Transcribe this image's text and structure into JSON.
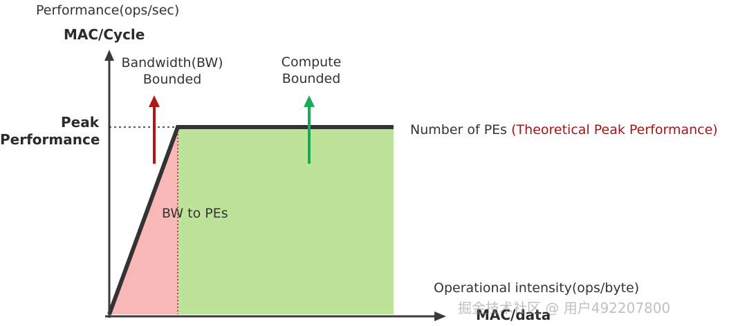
{
  "colors": {
    "axis": "#3a3a3a",
    "roof_line": "#333333",
    "bw_region": "#f9b8b8",
    "compute_region": "#bde39a",
    "bw_arrow": "#b01818",
    "compute_arrow": "#1aaa5a",
    "guide_dash": "#555555",
    "accent_text": "#a31515",
    "watermark": "#8c8c8c"
  },
  "labels": {
    "y_axis_top": "Performance(ops/sec)",
    "y_axis_unit": "MAC/Cycle",
    "bw_bounded_line1": "Bandwidth(BW)",
    "bw_bounded_line2": "Bounded",
    "compute_bounded_line1": "Compute",
    "compute_bounded_line2": "Bounded",
    "peak_line1": "Peak",
    "peak_line2": "Performance",
    "roof_label": "Number of PEs",
    "roof_label_accent": "(Theoretical Peak Performance)",
    "slope_label": "BW to PEs",
    "x_axis_label": "Operational intensity(ops/byte)",
    "x_axis_unit": "MAC/data"
  },
  "icons": {
    "bw_arrow": "up-arrow-icon",
    "compute_arrow": "up-arrow-icon"
  },
  "watermark": "掘金技术社区 @ 用户492207800"
}
